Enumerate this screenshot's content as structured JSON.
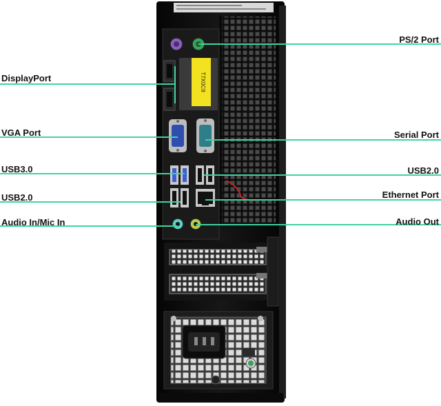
{
  "labels": {
    "left": [
      "DisplayPort",
      "VGA Port",
      "USB3.0",
      "USB2.0",
      "Audio In/Mic In"
    ],
    "right": [
      "PS/2 Port",
      "Serial Port",
      "USB2.0",
      "Ethernet Port",
      "Audio Out"
    ]
  },
  "sticker_code": "T7X0C9",
  "colors": {
    "leader_line": "#3fd49e",
    "chassis": "#101010",
    "vga_port": "#2f4fb0",
    "serial_port": "#2f7f8a",
    "ps2_keyboard": "#8b5fbf",
    "ps2_mouse": "#3aa35a",
    "audio_in": "#5cd0c4",
    "audio_out": "#b9cc4a",
    "sticker": "#f2e21f",
    "usb3": "#3d5fd0"
  }
}
